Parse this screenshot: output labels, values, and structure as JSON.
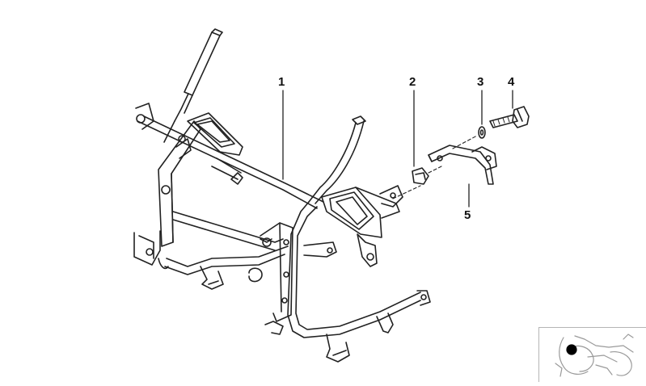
{
  "diagram": {
    "callouts": [
      {
        "id": "c1",
        "label": "1"
      },
      {
        "id": "c2",
        "label": "2"
      },
      {
        "id": "c3",
        "label": "3"
      },
      {
        "id": "c4",
        "label": "4"
      },
      {
        "id": "c5",
        "label": "5"
      }
    ]
  },
  "inset": {
    "icon": "motorcycle-location-icon"
  }
}
